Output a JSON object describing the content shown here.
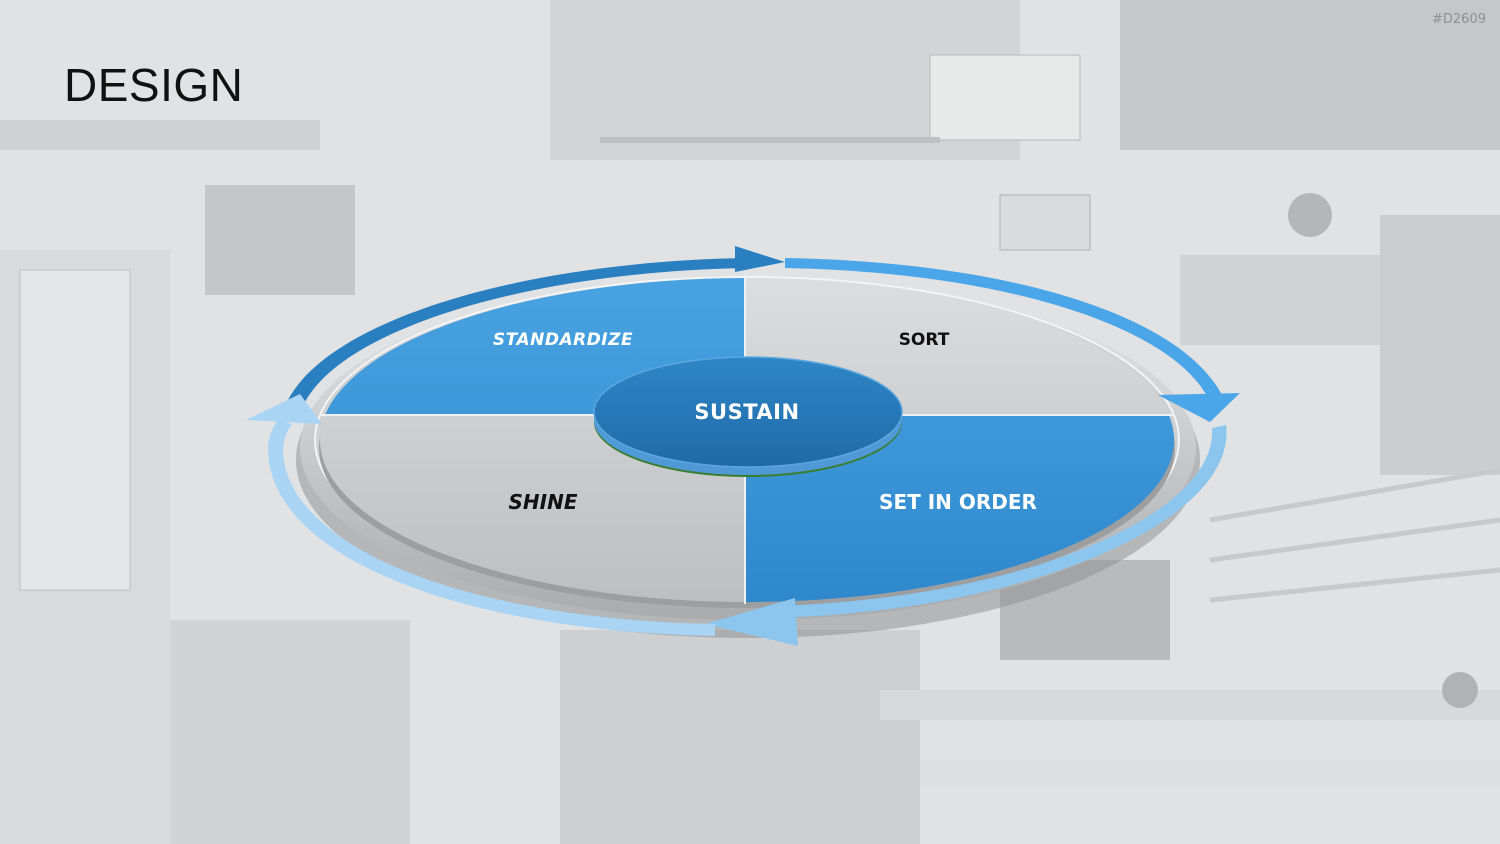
{
  "slide": {
    "title": "DESIGN",
    "code": "#D2609"
  },
  "diagram": {
    "center": {
      "label": "SUSTAIN"
    },
    "quadrants": [
      {
        "position": "top-left",
        "label": "STANDARDIZE"
      },
      {
        "position": "top-right",
        "label": "SORT"
      },
      {
        "position": "bottom-left",
        "label": "SHINE"
      },
      {
        "position": "bottom-right",
        "label": "SET IN ORDER"
      }
    ]
  },
  "colors": {
    "blue": "#3d96d8",
    "gray": "#c9cacc",
    "center_blue": "#2474b4",
    "arrow_dark": "#2a7fc1",
    "arrow_light": "#9fd0f2"
  }
}
